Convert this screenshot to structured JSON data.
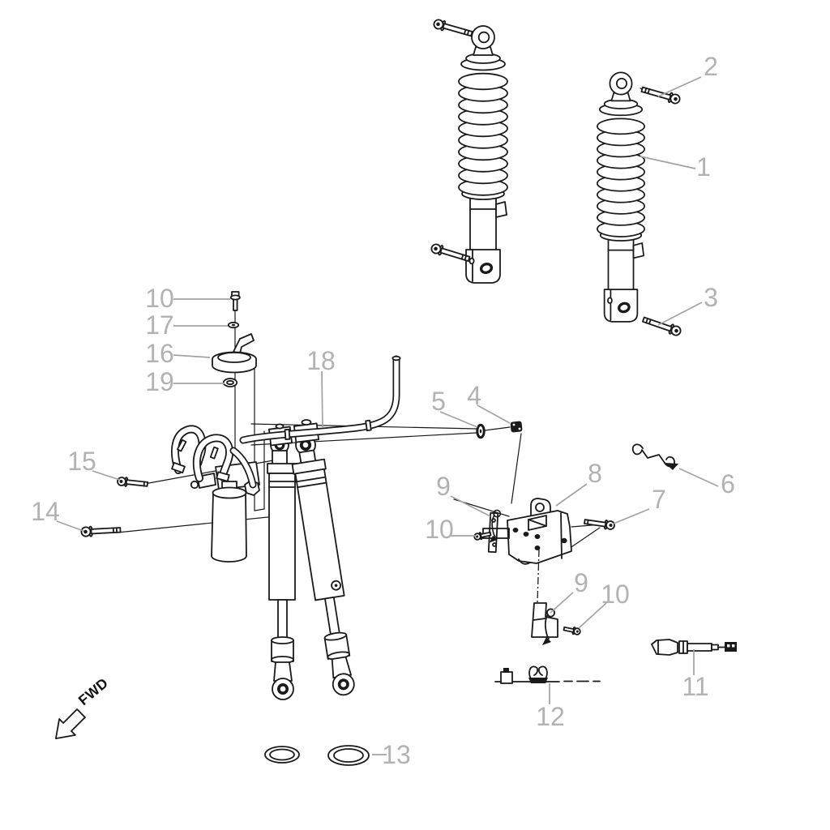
{
  "canvas": {
    "background": "#ffffff",
    "line_color": "#1a1a1a",
    "callout_color": "#b2b2b2",
    "leader_color": "#a3a3a3"
  },
  "direction_indicator": {
    "label": "FWD"
  },
  "callouts": {
    "c1": "1",
    "c2": "2",
    "c3": "3",
    "c4": "4",
    "c5": "5",
    "c6": "6",
    "c7": "7",
    "c8": "8",
    "c9_upper": "9",
    "c9_lower": "9",
    "c10_left": "10",
    "c10_mid": "10",
    "c10_lower": "10",
    "c11": "11",
    "c12": "12",
    "c13": "13",
    "c14": "14",
    "c15": "15",
    "c16": "16",
    "c17": "17",
    "c18": "18",
    "c19": "19"
  }
}
